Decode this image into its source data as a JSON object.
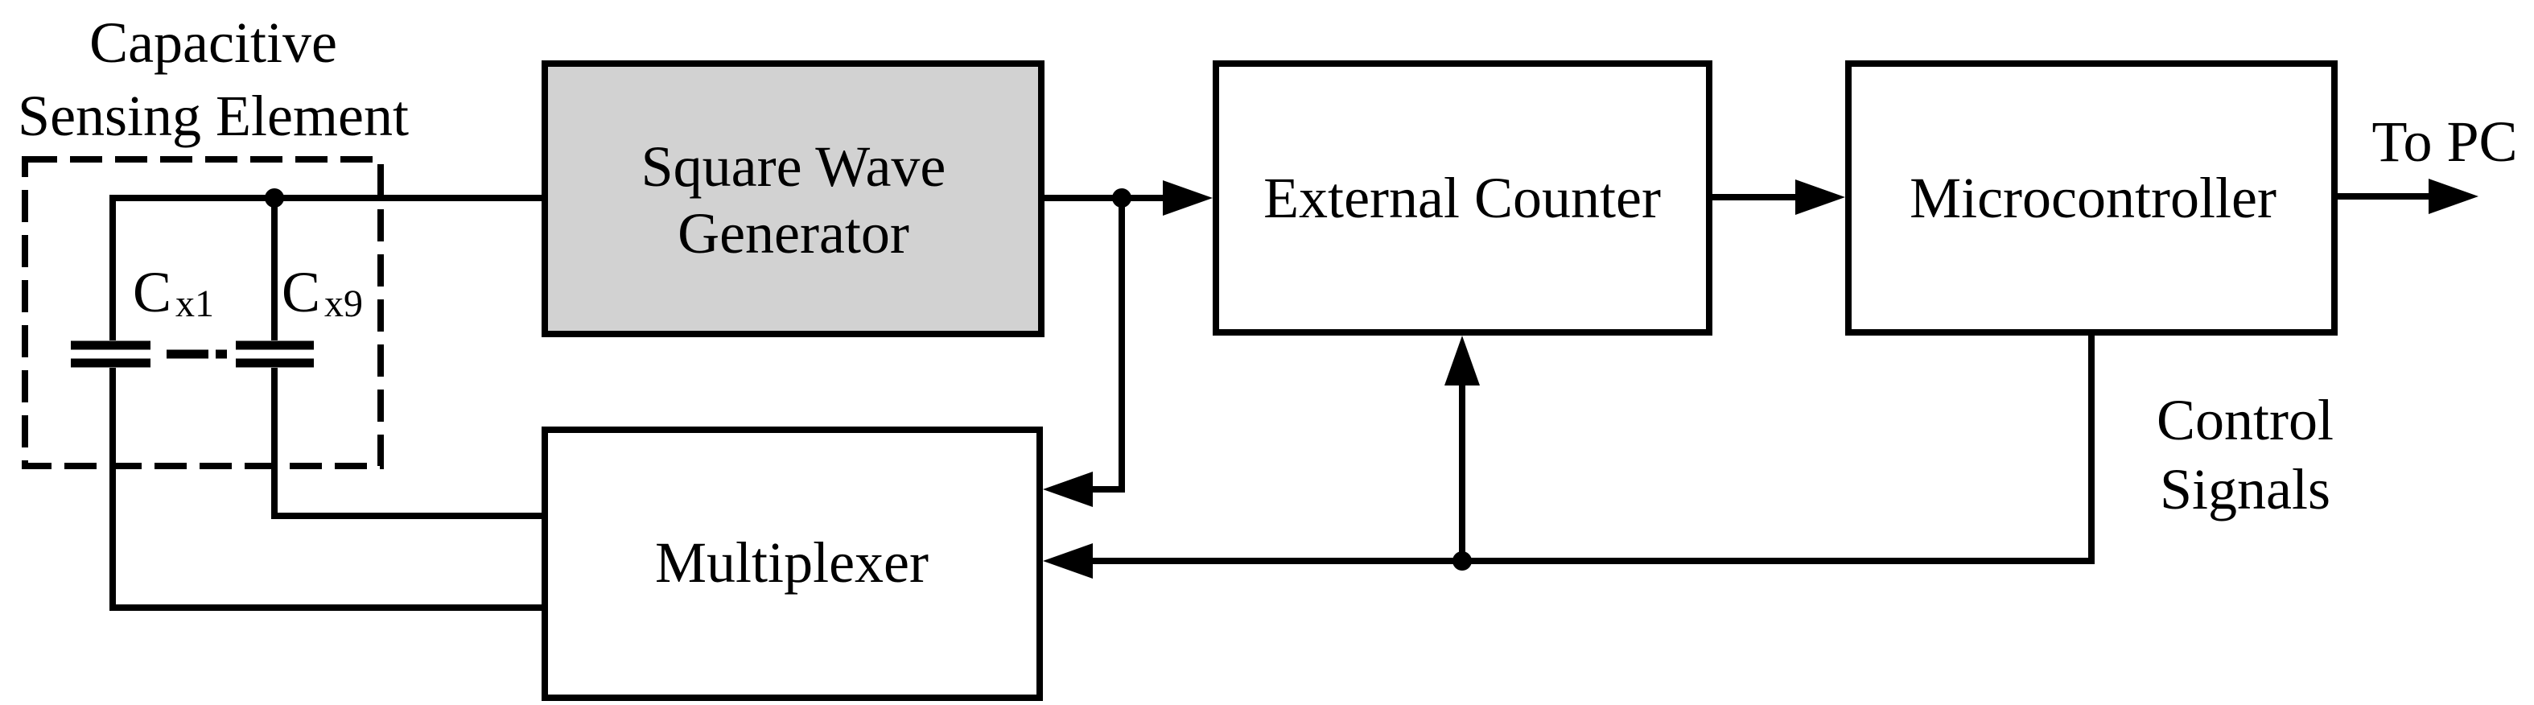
{
  "figure": {
    "background": "#ffffff",
    "line_color": "#000000",
    "sensing_element": {
      "title_line1": "Capacitive",
      "title_line2": "Sensing Element",
      "capacitors": [
        {
          "symbol": "C",
          "subscript": "x1"
        },
        {
          "symbol": "C",
          "subscript": "x9"
        }
      ]
    },
    "blocks": {
      "square_wave_generator": {
        "line1": "Square Wave",
        "line2": "Generator",
        "fill": "#d2d2d2"
      },
      "external_counter": {
        "label": "External Counter",
        "fill": "#ffffff"
      },
      "microcontroller": {
        "label": "Microcontroller",
        "fill": "#ffffff"
      },
      "multiplexer": {
        "label": "Multiplexer",
        "fill": "#ffffff"
      }
    },
    "annotations": {
      "to_pc": "To PC",
      "control_line1": "Control",
      "control_line2": "Signals"
    }
  }
}
